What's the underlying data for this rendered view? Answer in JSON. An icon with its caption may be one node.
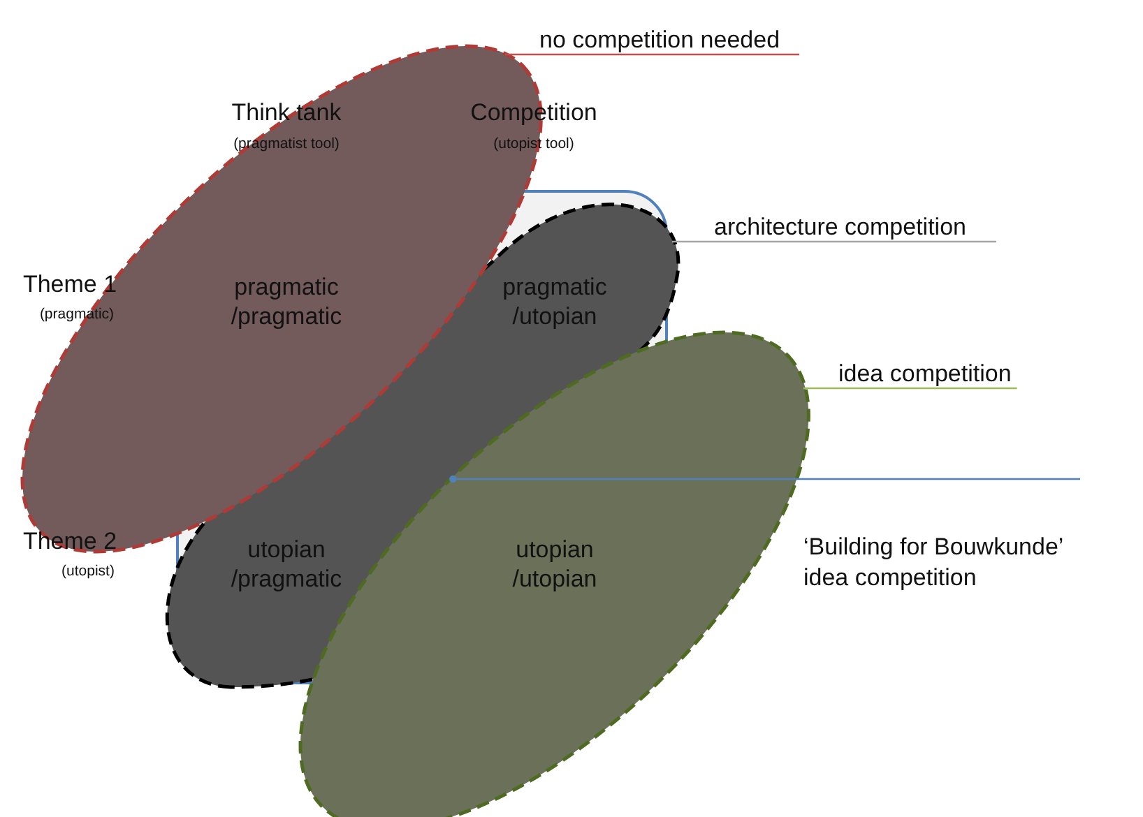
{
  "diagram": {
    "nodes": [
      {
        "text": [
          "no competition needed"
        ]
      },
      {
        "text": [],
        "shape": "ellipse"
      },
      {
        "text": [
          "architecture competition"
        ]
      },
      {
        "text": [],
        "shape": "blob"
      },
      {
        "text": [
          "idea competition"
        ]
      },
      {
        "text": [],
        "shape": "ellipse"
      },
      {
        "text": [
          "‘Building for Bouwkunde’ idea competition"
        ]
      }
    ],
    "edges": [
      {
        "from": 0,
        "to": 1,
        "arrow": "none",
        "color": "#c0504d"
      },
      {
        "from": 2,
        "to": 3,
        "arrow": "none",
        "color": "#a6a6a6"
      },
      {
        "from": 4,
        "to": 5,
        "arrow": "none",
        "color": "#9bbb59"
      },
      {
        "from": 6,
        "to": 5,
        "arrow": "other",
        "color": "#4f81bd"
      }
    ],
    "labels": [
      "Think tank",
      "(pragmatist tool)",
      "Competition",
      "(utopist tool)",
      "Theme 1",
      "(pragmatic)",
      "pragmatic /pragmatic",
      "pragmatic /utopian",
      "Theme 2",
      "(utopist)",
      "utopian /pragmatic",
      "utopian /utopian"
    ]
  }
}
